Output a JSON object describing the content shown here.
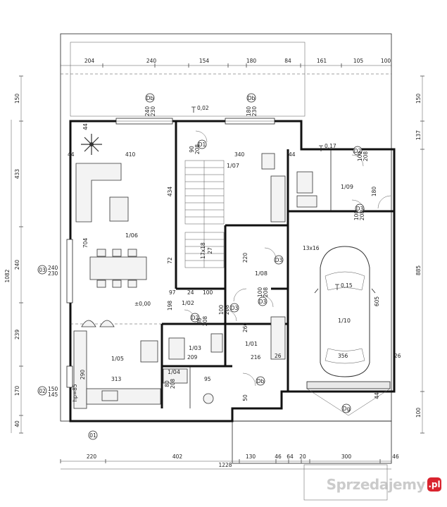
{
  "top_dims": [
    "204",
    "240",
    "154",
    "180",
    "84",
    "161",
    "105",
    "100"
  ],
  "bottom_dims": [
    "220",
    "402",
    "130",
    "46",
    "64",
    "20",
    "300",
    "46"
  ],
  "bottom_total": "1228",
  "left_dims": [
    "150",
    "433",
    "240",
    "239",
    "170",
    "40"
  ],
  "left_total": "1082",
  "right_dims": [
    "150",
    "137",
    "885",
    "100"
  ],
  "inner_dims": [
    "44",
    "410",
    "340",
    "44",
    "44",
    "434",
    "704",
    "220",
    "260",
    "216",
    "209",
    "313",
    "290",
    "356",
    "605",
    "97",
    "24",
    "100",
    "198",
    "72",
    "95",
    "26",
    "26",
    "180",
    "44",
    "50"
  ],
  "rooms": [
    "1/06",
    "1/07",
    "1/08",
    "1/09",
    "1/10",
    "1/05",
    "1/04",
    "1/03",
    "1/02",
    "1/01"
  ],
  "levels": [
    "0,02",
    "0,17",
    "±0,00",
    "0,15"
  ],
  "openings": [
    "240\n230",
    "180\n230",
    "90\n208",
    "100\n208",
    "100\n208",
    "100\n208",
    "80\n208",
    "100\n208",
    "80\n208"
  ],
  "misc_labels": [
    "17x18",
    "27",
    "13x16",
    "hp=85",
    "150\n145",
    "240\n230"
  ],
  "markers": [
    "01",
    "02",
    "03",
    "D1",
    "D2",
    "D3",
    "Db",
    "Dg"
  ],
  "watermark": {
    "text": "Sprzedajemy",
    "badge": ".pl"
  }
}
